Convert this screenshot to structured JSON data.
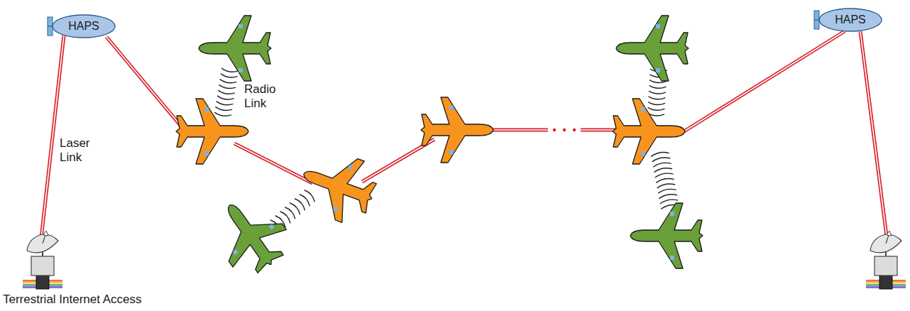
{
  "diagram": {
    "nodes": [
      {
        "text": [
          "HAPS"
        ]
      },
      {
        "text": [
          "HAPS"
        ]
      }
    ],
    "labels": [
      "Radio Link",
      "Laser Link",
      "Terrestrial Internet Access"
    ]
  }
}
